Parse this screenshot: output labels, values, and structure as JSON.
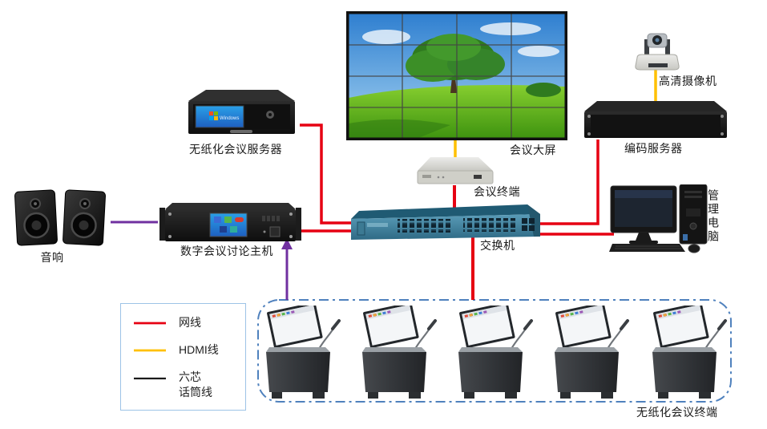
{
  "diagram": {
    "devices": {
      "speakers": "音响",
      "discussion_host": "数字会议讨论主机",
      "paperless_server": "无纸化会议服务器",
      "video_wall": "会议大屏",
      "hd_camera": "高清摄像机",
      "encoder_server": "编码服务器",
      "conference_terminal": "会议终端",
      "network_switch": "交换机",
      "management_pc": "管理电脑",
      "paperless_terminal_group": "无纸化会议终端"
    },
    "paperless_terminal_count": 5,
    "server_screen_text": "Windows",
    "colors": {
      "network_cable": "#e60012",
      "hdmi_cable": "#ffc000",
      "mic_cable": "#1a1a1a",
      "audio_link": "#7030a0",
      "group_border": "#4f81bd"
    },
    "legend": {
      "items": [
        {
          "label": "网线",
          "color": "#e60012"
        },
        {
          "label": "HDMI线",
          "color": "#ffc000"
        },
        {
          "label": "六芯",
          "label2": "话筒线",
          "color": "#1a1a1a"
        }
      ]
    }
  }
}
